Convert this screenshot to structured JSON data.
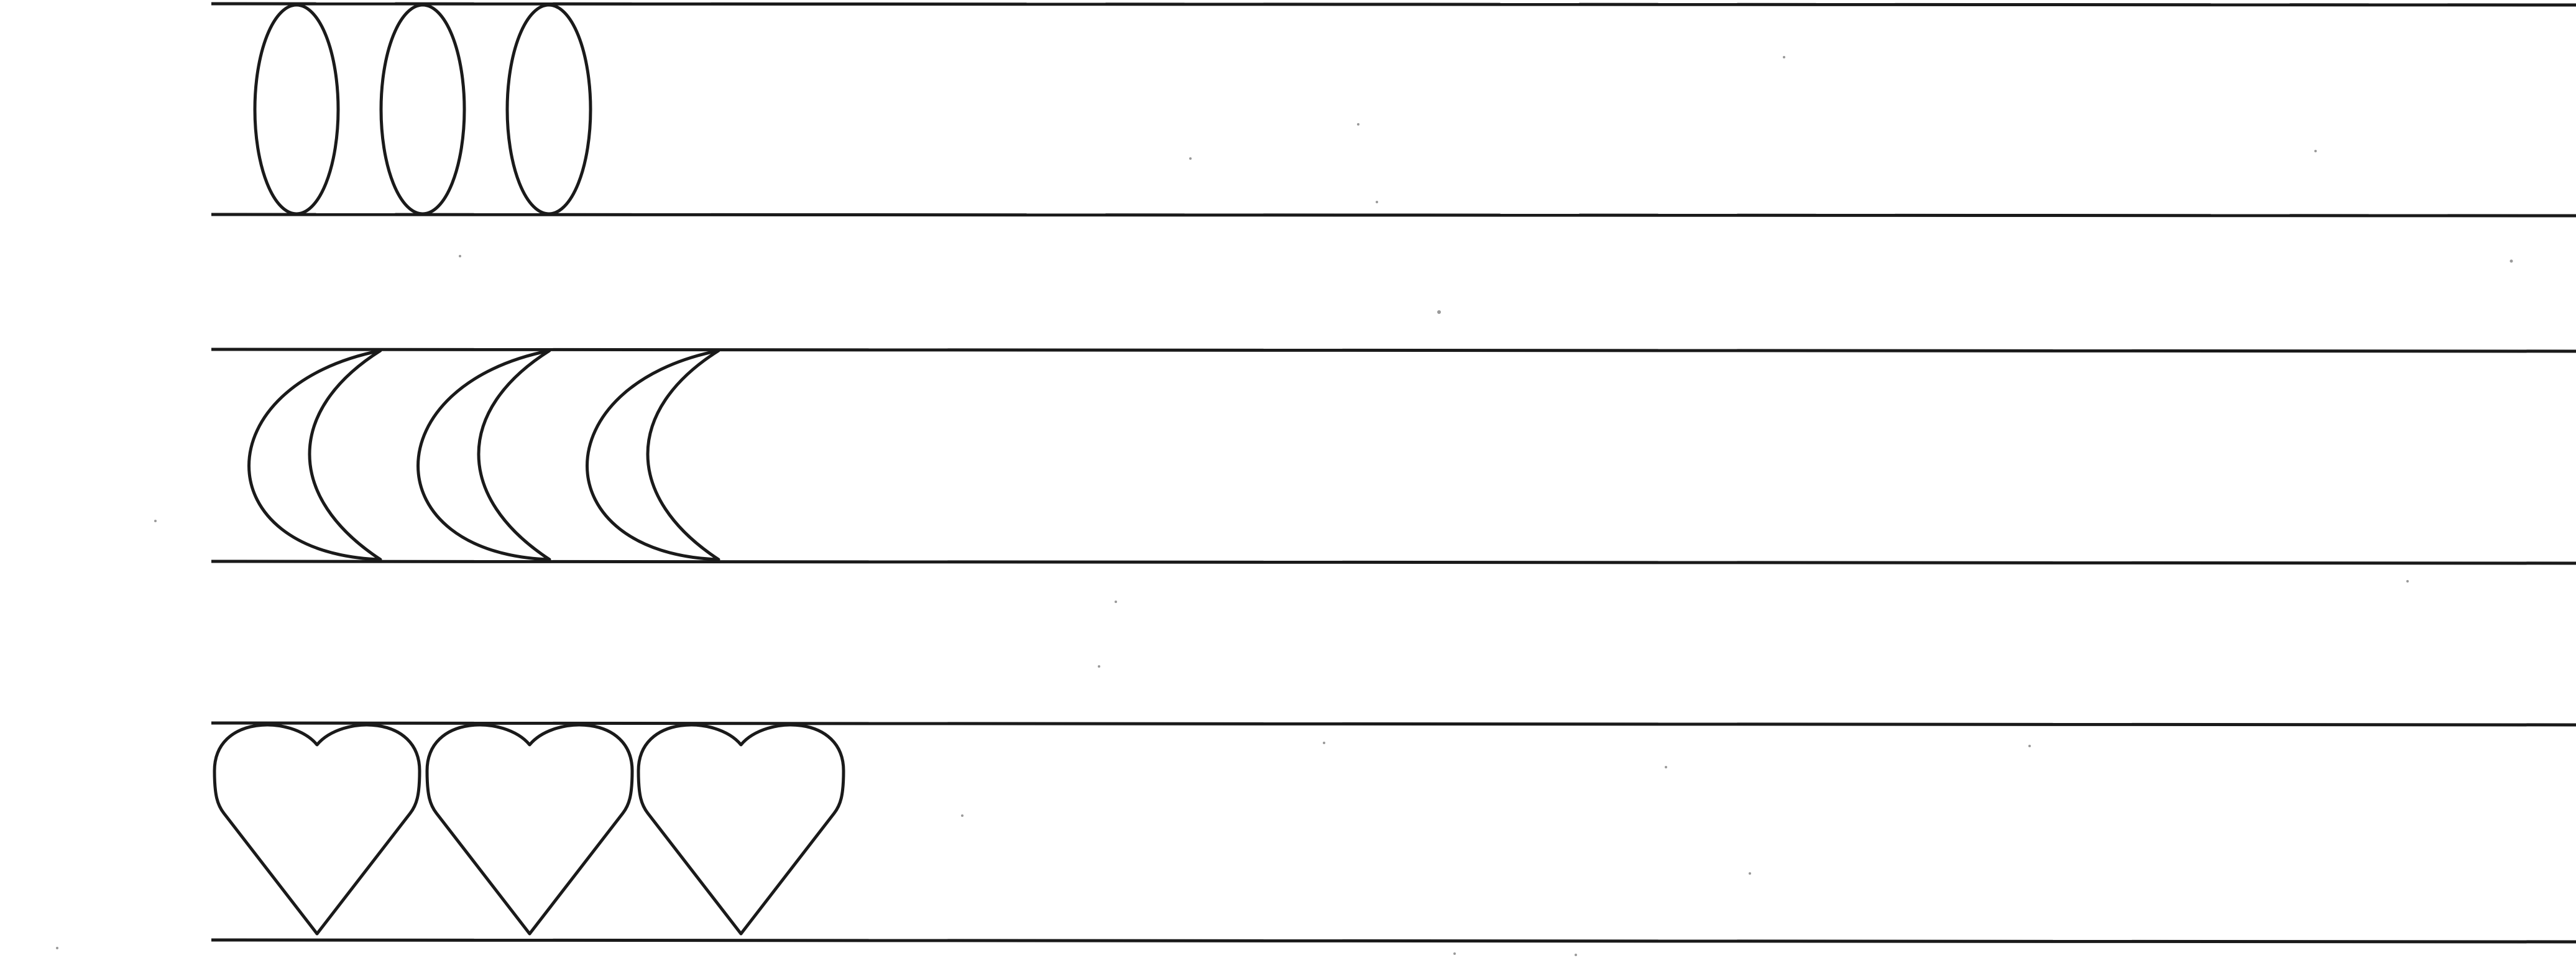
{
  "worksheet": {
    "ink_color": "#1a1a1a",
    "paper_color": "#ffffff",
    "rows": [
      {
        "shape": "oval",
        "count": 3
      },
      {
        "shape": "crescent",
        "count": 3
      },
      {
        "shape": "heart",
        "count": 3
      }
    ]
  }
}
